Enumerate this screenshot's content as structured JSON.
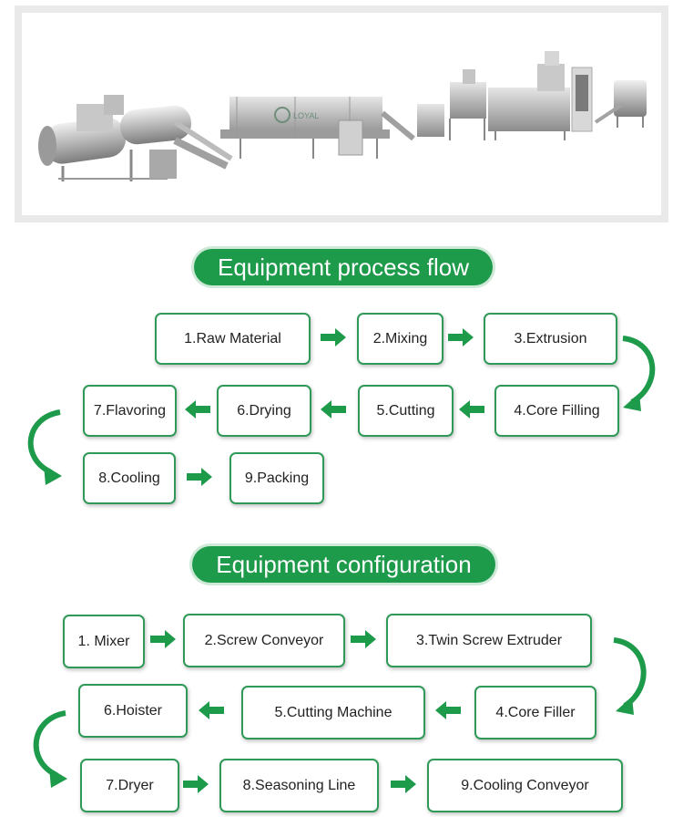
{
  "colors": {
    "accent": "#1e9a4b",
    "box_border": "#2f9a57"
  },
  "hero": {
    "logo_text": "LOYAL"
  },
  "process": {
    "title": "Equipment process flow",
    "steps": [
      "1.Raw Material",
      "2.Mixing",
      "3.Extrusion",
      "4.Core Filling",
      "5.Cutting",
      "6.Drying",
      "7.Flavoring",
      "8.Cooling",
      "9.Packing"
    ]
  },
  "config": {
    "title": "Equipment configuration",
    "steps": [
      "1. Mixer",
      "2.Screw Conveyor",
      "3.Twin Screw Extruder",
      "4.Core Filler",
      "5.Cutting Machine",
      "6.Hoister",
      "7.Dryer",
      "8.Seasoning Line",
      "9.Cooling Conveyor"
    ]
  }
}
